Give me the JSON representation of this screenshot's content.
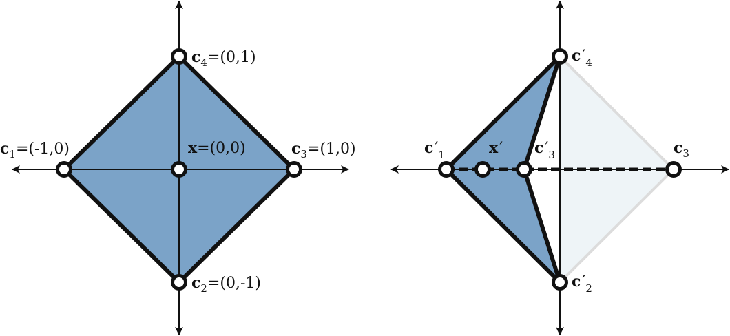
{
  "colors": {
    "fill": "#7ba3c8",
    "fill_light": "#eef4f7",
    "stroke": "#111111",
    "ghost_stroke": "#dcdcdc",
    "inner_axis": "#5f8db5"
  },
  "left_panel": {
    "c4": {
      "name": "c",
      "sub": "4",
      "coord": "=(0,1)"
    },
    "c1": {
      "name": "c",
      "sub": "1",
      "coord": "=(-1,0)"
    },
    "x": {
      "name": "x",
      "coord": "=(0,0)"
    },
    "c3": {
      "name": "c",
      "sub": "3",
      "coord": "=(1,0)"
    },
    "c2": {
      "name": "c",
      "sub": "2",
      "coord": "=(0,-1)"
    }
  },
  "right_panel": {
    "c4p": {
      "name": "c",
      "prime": "′",
      "sub": "4"
    },
    "c1p": {
      "name": "c",
      "prime": "′",
      "sub": "1"
    },
    "xp": {
      "name": "x",
      "prime": "′"
    },
    "c3p": {
      "name": "c",
      "prime": "′",
      "sub": "3"
    },
    "c3": {
      "name": "c",
      "sub": "3"
    },
    "c2p": {
      "name": "c",
      "prime": "′",
      "sub": "2"
    }
  }
}
